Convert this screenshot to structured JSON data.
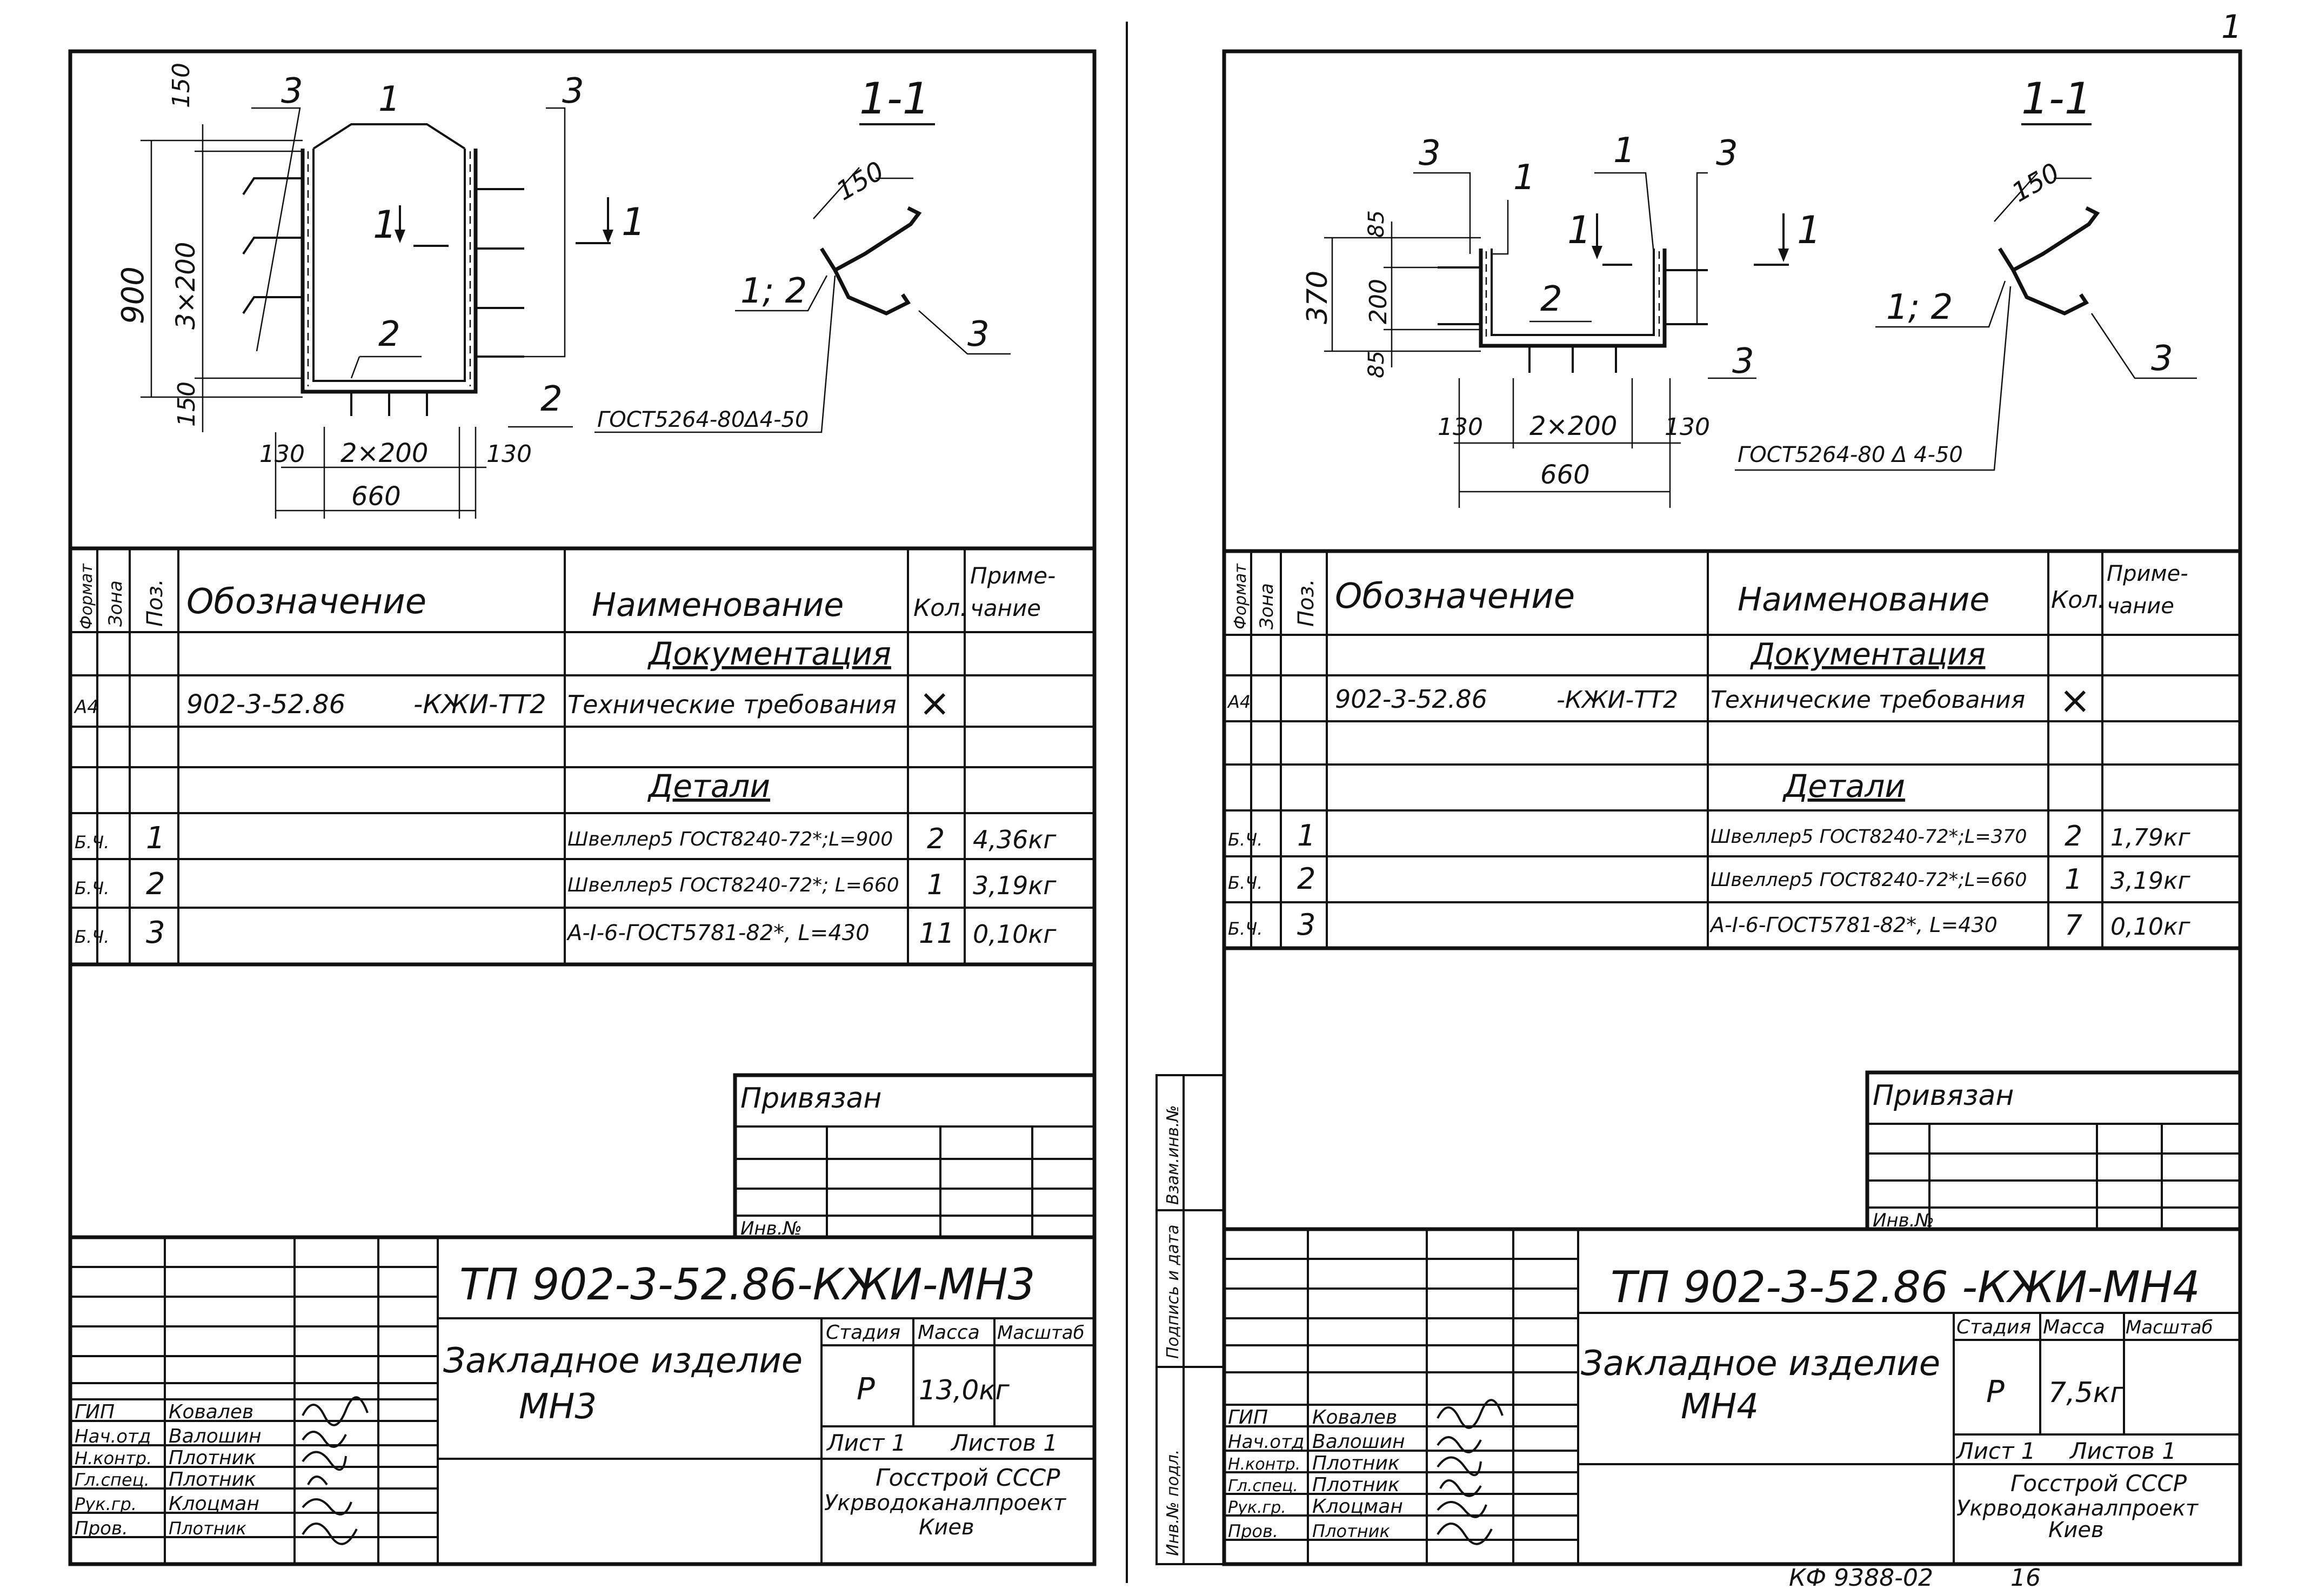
{
  "corner_mark": "1",
  "sheets": [
    {
      "section_label": "1-1",
      "drawing": {
        "callouts": {
          "p1": "1",
          "p2": "2",
          "p3": "3",
          "p2b": "2",
          "p3b": "3"
        },
        "section_arrow": "1",
        "dims": {
          "top": "150",
          "height": "900",
          "pitch": "3×200",
          "bottom": "150",
          "left": "130",
          "mid": "2×200",
          "right": "130",
          "width": "660"
        },
        "section_detail": {
          "dim": "150",
          "parts": "1; 2",
          "weld": "ГОСТ5264-80Δ4-50",
          "rod": "3"
        }
      },
      "table": {
        "headers": {
          "format": "Формат",
          "zone": "Зона",
          "pos": "Поз.",
          "designation": "Обозначение",
          "name": "Наименование",
          "qty": "Кол.",
          "note": "Приме-\nчание"
        },
        "section_docs": "Документация",
        "doc_row": {
          "format": "А4",
          "designation": "902-3-52.86",
          "code": "-КЖИ-ТТ2",
          "name": "Технические требования",
          "qty": "×"
        },
        "section_parts": "Детали",
        "rows": [
          {
            "format": "Б.Ч.",
            "pos": "1",
            "name": "Швеллер5 ГОСТ8240-72*;L=900",
            "qty": "2",
            "note": "4,36кг"
          },
          {
            "format": "Б.Ч.",
            "pos": "2",
            "name": "Швеллер5 ГОСТ8240-72*; L=660",
            "qty": "1",
            "note": "3,19кг"
          },
          {
            "format": "Б.Ч.",
            "pos": "3",
            "name": "А-I-6-ГОСТ5781-82*, L=430",
            "qty": "11",
            "note": "0,10кг"
          }
        ]
      },
      "binding": {
        "label": "Привязан",
        "inv": "Инв.№"
      },
      "title_block": {
        "code": "ТП 902-3-52.86-КЖИ-МН3",
        "item_name": "Закладное изделие",
        "item_mark": "МН3",
        "stage_label": "Стадия",
        "mass_label": "Масса",
        "scale_label": "Масштаб",
        "stage": "Р",
        "mass": "13,0кг",
        "sheet": "Лист 1",
        "sheets": "Листов 1",
        "org1": "Госстрой СССР",
        "org2": "Укрводоканалпроект",
        "org3": "Киев",
        "staff": [
          {
            "role": "ГИП",
            "name": "Ковалев"
          },
          {
            "role": "Нач.отд",
            "name": "Валошин"
          },
          {
            "role": "Н.контр.",
            "name": "Плотник"
          },
          {
            "role": "Гл.спец.",
            "name": "Плотник"
          },
          {
            "role": "Рук.гр.",
            "name": "Клоцман"
          },
          {
            "role": "Пров.",
            "name": "Плотник"
          }
        ]
      }
    },
    {
      "section_label": "1-1",
      "drawing": {
        "callouts": {
          "p1": "1",
          "p1b": "1",
          "p2": "2",
          "p3": "3",
          "p3b": "3",
          "p3c": "3"
        },
        "section_arrow": "1",
        "dims": {
          "top": "85",
          "height": "370",
          "pitch": "200",
          "bottom": "85",
          "left": "130",
          "mid": "2×200",
          "right": "130",
          "width": "660"
        },
        "section_detail": {
          "dim": "150",
          "parts": "1; 2",
          "weld": "ГОСТ5264-80 Δ 4-50",
          "rod": "3"
        }
      },
      "table": {
        "headers": {
          "format": "Формат",
          "zone": "Зона",
          "pos": "Поз.",
          "designation": "Обозначение",
          "name": "Наименование",
          "qty": "Кол.",
          "note": "Приме-\nчание"
        },
        "section_docs": "Документация",
        "doc_row": {
          "format": "А4",
          "designation": "902-3-52.86",
          "code": "-КЖИ-ТТ2",
          "name": "Технические требования",
          "qty": "×"
        },
        "section_parts": "Детали",
        "rows": [
          {
            "format": "Б.Ч.",
            "pos": "1",
            "name": "Швеллер5 ГОСТ8240-72*;L=370",
            "qty": "2",
            "note": "1,79кг"
          },
          {
            "format": "Б.Ч.",
            "pos": "2",
            "name": "Швеллер5 ГОСТ8240-72*;L=660",
            "qty": "1",
            "note": "3,19кг"
          },
          {
            "format": "Б.Ч.",
            "pos": "3",
            "name": "А-I-6-ГОСТ5781-82*, L=430",
            "qty": "7",
            "note": "0,10кг"
          }
        ]
      },
      "binding": {
        "label": "Привязан",
        "inv": "Инв.№"
      },
      "side_stamp": [
        "Взам.инв.№",
        "Подпись и дата",
        "Инв.№ подл."
      ],
      "title_block": {
        "code": "ТП 902-3-52.86 -КЖИ-МН4",
        "item_name": "Закладное изделие",
        "item_mark": "МН4",
        "stage_label": "Стадия",
        "mass_label": "Масса",
        "scale_label": "Масштаб",
        "stage": "Р",
        "mass": "7,5кг",
        "sheet": "Лист 1",
        "sheets": "Листов 1",
        "org1": "Госстрой СССР",
        "org2": "Укрводоканалпроект",
        "org3": "Киев",
        "staff": [
          {
            "role": "ГИП",
            "name": "Ковалев"
          },
          {
            "role": "Нач.отд",
            "name": "Валошин"
          },
          {
            "role": "Н.контр.",
            "name": "Плотник"
          },
          {
            "role": "Гл.спец.",
            "name": "Плотник"
          },
          {
            "role": "Рук.гр.",
            "name": "Клоцман"
          },
          {
            "role": "Пров.",
            "name": "Плотник"
          }
        ]
      }
    }
  ],
  "footer": {
    "archive": "КФ 9388-02",
    "page": "16"
  }
}
